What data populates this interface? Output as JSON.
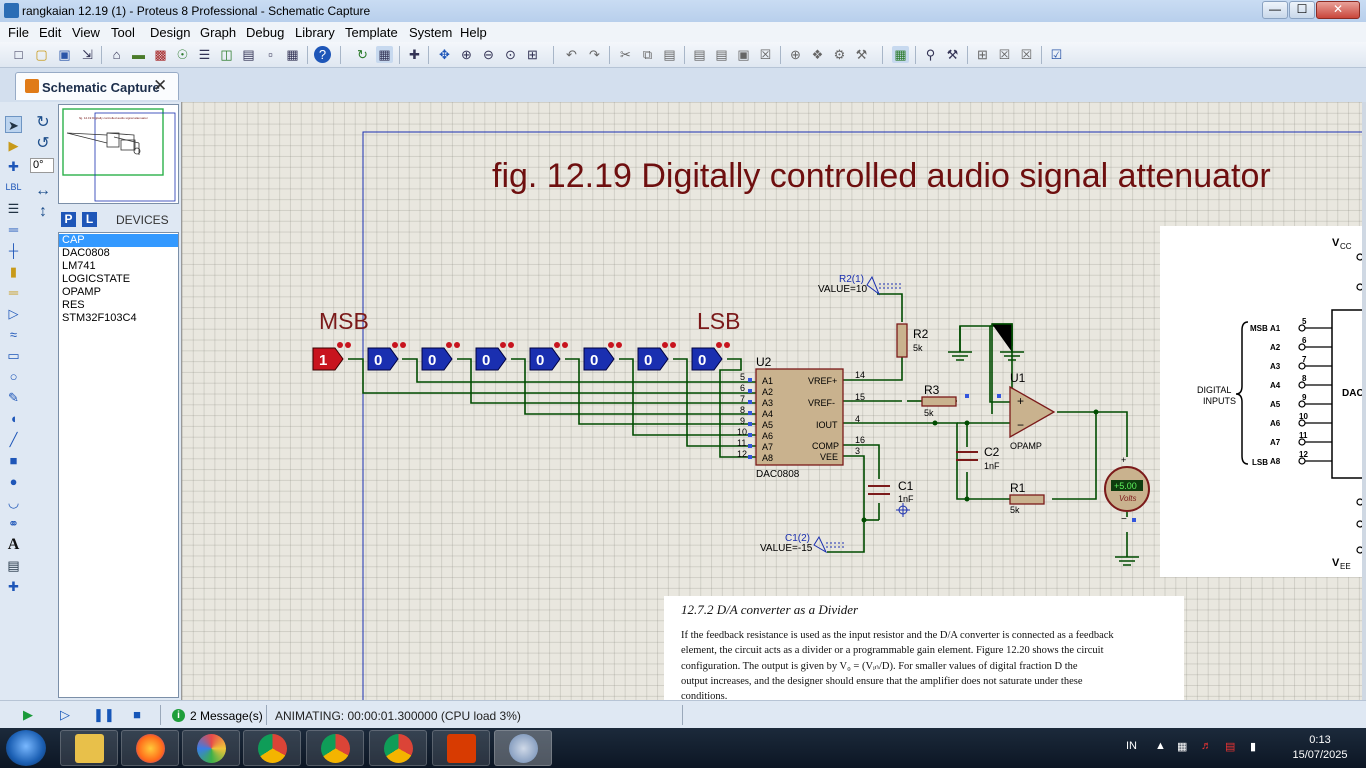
{
  "window": {
    "title": "rangkaian 12.19 (1) - Proteus 8 Professional - Schematic Capture",
    "min": "—",
    "max": "☐",
    "close": "✕"
  },
  "menu": [
    "File",
    "Edit",
    "View",
    "Tool",
    "Design",
    "Graph",
    "Debug",
    "Library",
    "Template",
    "System",
    "Help"
  ],
  "tab": {
    "label": "Schematic Capture",
    "close": "✕"
  },
  "toolbar_icons": [
    "new-file",
    "open-folder",
    "save",
    "import",
    "home",
    "component",
    "chip",
    "gerber",
    "bom",
    "design-report",
    "help",
    "refresh",
    "grid",
    "origin",
    "pan",
    "zoom-in",
    "zoom-out",
    "zoom-all",
    "zoom-area",
    "undo",
    "redo",
    "cut",
    "copy",
    "paste",
    "block-copy",
    "block-move",
    "block-rotate",
    "block-delete",
    "pick",
    "make-device",
    "package",
    "decompose",
    "wire-autorouter",
    "search",
    "property-assign",
    "new-sheet",
    "remove-sheet",
    "netlist",
    "electrical-check"
  ],
  "rotation": {
    "angle": "0°"
  },
  "devices": {
    "title": "DEVICES",
    "p_label": "P",
    "l_label": "L",
    "items": [
      "CAP",
      "DAC0808",
      "LM741",
      "LOGICSTATE",
      "OPAMP",
      "RES",
      "STM32F103C4"
    ],
    "selected": 0
  },
  "overview": {
    "mini_title": "fig. 12.19 Digitally controlled audio signal attenuator"
  },
  "schematic": {
    "title": "fig. 12.19  Digitally controlled audio signal attenuator",
    "msb": "MSB",
    "lsb": "LSB",
    "logic_states": [
      "1",
      "0",
      "0",
      "0",
      "0",
      "0",
      "0",
      "0"
    ],
    "dac": {
      "ref": "U2",
      "part": "DAC0808",
      "left_pins": [
        "A1",
        "A2",
        "A3",
        "A4",
        "A5",
        "A6",
        "A7",
        "A8"
      ],
      "left_nums": [
        "5",
        "6",
        "7",
        "8",
        "9",
        "10",
        "11",
        "12"
      ],
      "right_pins": [
        "VREF+",
        "VREF-",
        "IOUT",
        "COMP",
        "VEE"
      ],
      "right_nums": [
        "14",
        "15",
        "4",
        "16",
        "3"
      ]
    },
    "r2": {
      "ref": "R2",
      "value": "5k"
    },
    "r3": {
      "ref": "R3",
      "value": "5k"
    },
    "r1": {
      "ref": "R1",
      "value": "5k"
    },
    "c1": {
      "ref": "C1",
      "value": "1nF"
    },
    "c2": {
      "ref": "C2",
      "value": "1nF"
    },
    "u1": {
      "ref": "U1",
      "part": "OPAMP"
    },
    "gen_top": {
      "ref": "R2(1)",
      "value": "VALUE=10"
    },
    "gen_bot": {
      "ref": "C1(2)",
      "value": "VALUE=-15"
    },
    "voltmeter": {
      "reading": "+5.00",
      "unit": "Volts"
    }
  },
  "ref_figure": {
    "vcc": "V",
    "vcc_sub": "CC",
    "vee": "V",
    "vee_sub": "EE",
    "msb": "MSB",
    "lsb": "LSB",
    "digital": "DIGITAL",
    "inputs": "INPUTS",
    "pins": [
      "A1",
      "A2",
      "A3",
      "A4",
      "A5",
      "A6",
      "A7",
      "A8"
    ],
    "nums": [
      "5",
      "6",
      "7",
      "8",
      "9",
      "10",
      "11",
      "12"
    ],
    "dac_label": "DAC"
  },
  "text_block": {
    "heading": "12.7.2  D/A converter as a Divider",
    "lines": [
      "If the feedback resistance is used as the input resistor and the D/A converter is connected as a feedback",
      "element, the circuit acts as a divider or a programmable gain element. Figure 12.20 shows the circuit",
      "configuration. The output is given by V₀ =   (Vᵢₙ/D). For smaller values of digital fraction D the",
      "output increases, and the designer should ensure that the amplifier does not saturate under these",
      "conditions."
    ]
  },
  "status": {
    "messages": "2 Message(s)",
    "animating": "ANIMATING: 00:00:01.300000 (CPU load 3%)"
  },
  "taskbar": {
    "apps": [
      "file-explorer",
      "firefox",
      "chrome-color",
      "chrome",
      "chrome-profile",
      "chrome-profile-2",
      "office",
      "proteus"
    ],
    "lang": "IN",
    "time": "0:13",
    "date": "15/07/2025"
  },
  "colors": {
    "wire": "#004c00",
    "component": "#7b1a1a",
    "logic_high": "#c8141e",
    "logic_low": "#1a2fb0",
    "title": "#6e0f0f"
  }
}
